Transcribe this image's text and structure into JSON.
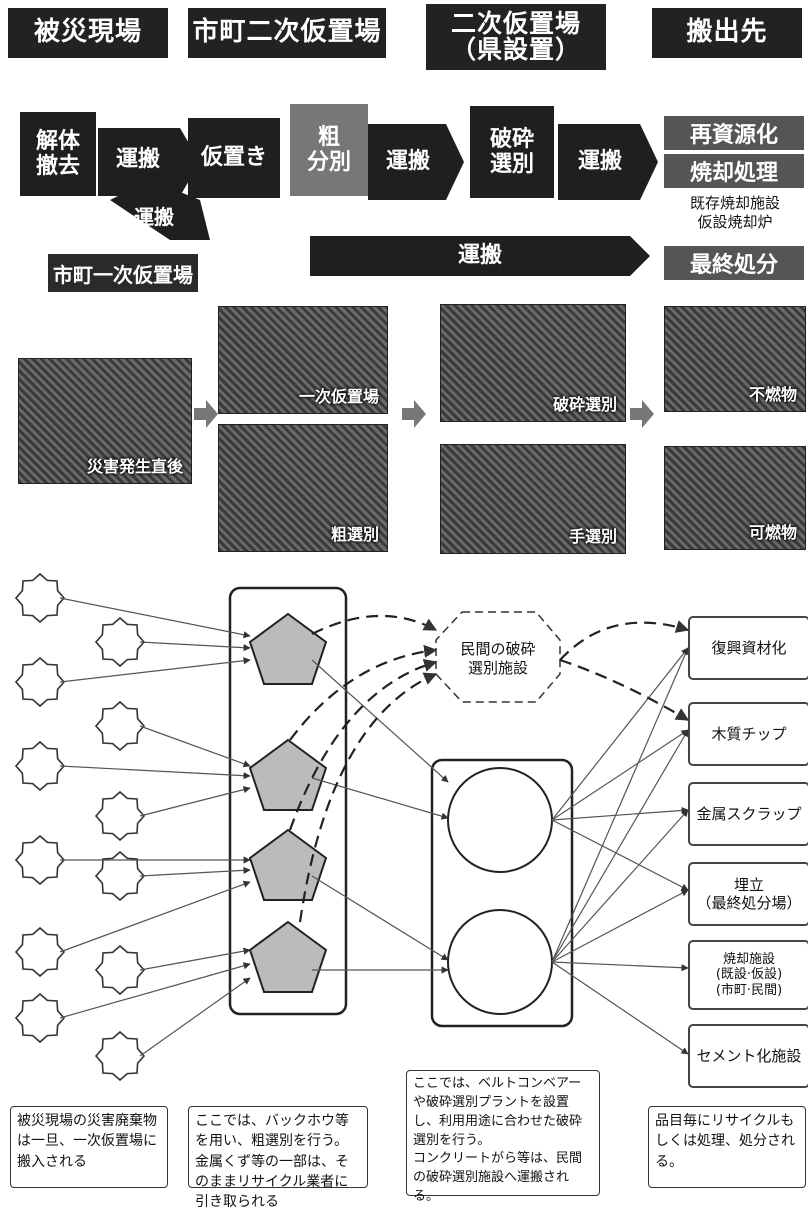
{
  "headers": [
    "被災現場",
    "市町二次仮置場",
    "二次仮置場\n（県設置）",
    "搬出先"
  ],
  "flow": {
    "kaitai": "解体\n撤去",
    "unpan1": "運搬",
    "karioki": "仮置き",
    "sobunbetsu": "粗\n分別",
    "unpan2": "運搬",
    "hasai": "破砕\n選別",
    "unpan3": "運搬",
    "unpan_small": "運搬",
    "ichiji": "市町一次仮置場",
    "unpan_long": "運搬",
    "dest_recycle": "再資源化",
    "dest_incin": "焼却処理",
    "incin_note": "既存焼却施設\n仮設焼却炉",
    "dest_final": "最終処分"
  },
  "photos": {
    "disaster": "災害発生直後",
    "primary": "一次仮置場",
    "rough": "粗選別",
    "crush": "破砕選別",
    "hand": "手選別",
    "noncomb": "不燃物",
    "comb": "可燃物"
  },
  "diagram": {
    "private_facility": "民間の破砕\n選別施設",
    "destinations": [
      "復興資材化",
      "木質チップ",
      "金属スクラップ",
      "埋立\n（最終処分場）",
      "焼却施設\n(既設·仮設)\n(市町·民間)",
      "セメント化施設"
    ]
  },
  "notes": {
    "left": "被災現場の災害廃棄物は一旦、一次仮置場に搬入される",
    "middle": "ここでは、バックホウ等を用い、粗選別を行う。金属くず等の一部は、そのままリサイクル業者に引き取られる",
    "right_mid": "ここでは、ベルトコンベアーや破砕選別プラントを設置し、利用用途に合わせた破砕選別を行う。\nコンクリートがら等は、民間の破砕選別施設へ運搬される。",
    "right": "品目毎にリサイクルもしくは処理、処分される。"
  }
}
